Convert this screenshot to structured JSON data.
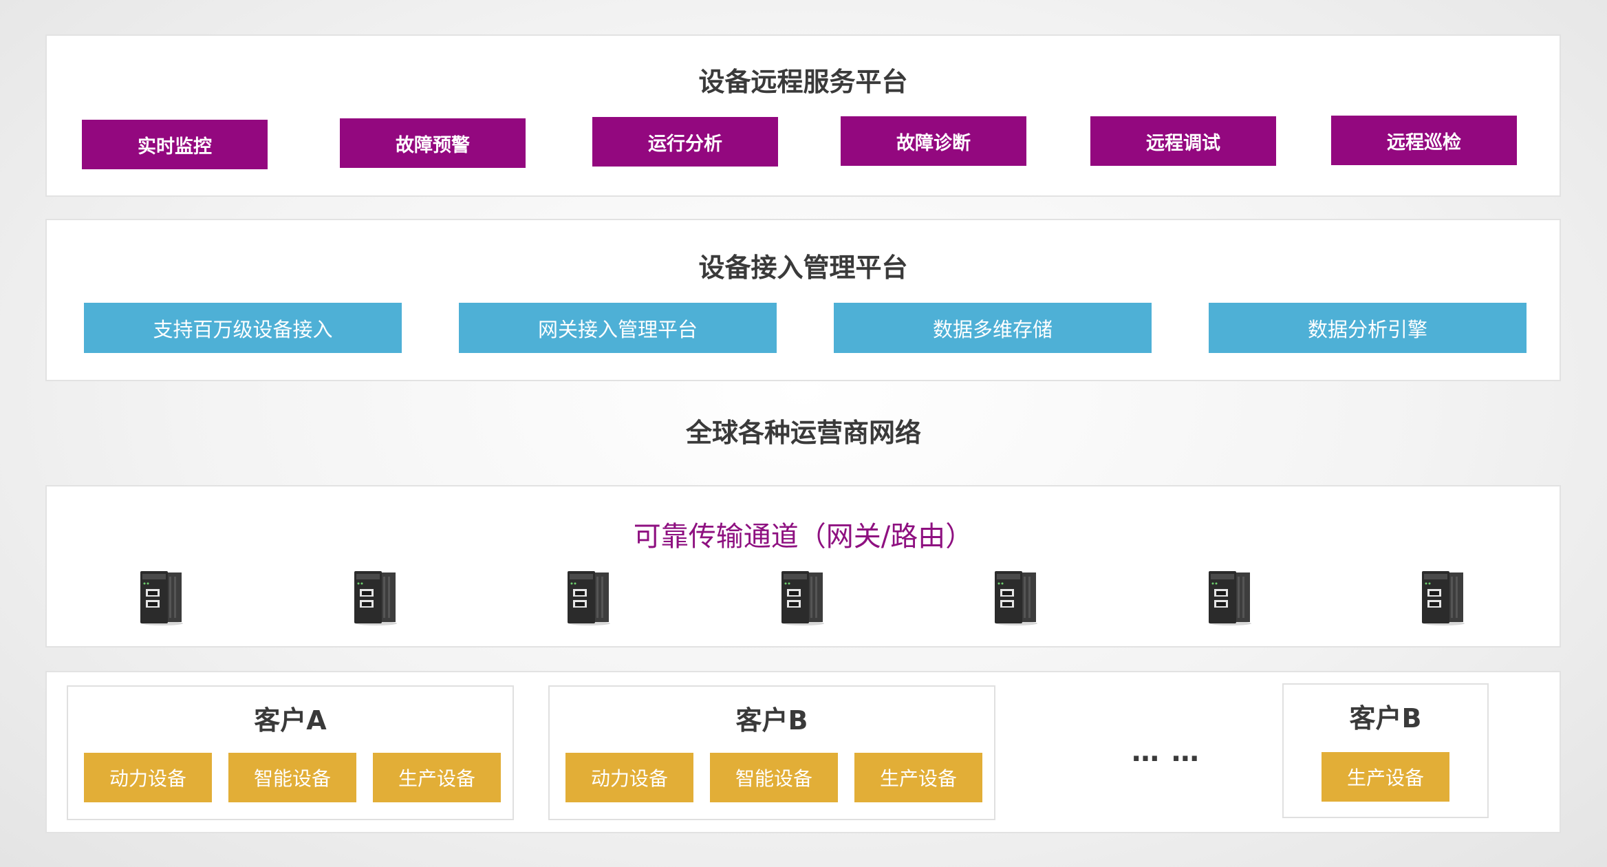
{
  "service_platform": {
    "title": "设备远程服务平台",
    "buttons": [
      "实时监控",
      "故障预警",
      "运行分析",
      "故障诊断",
      "远程调试",
      "远程巡检"
    ]
  },
  "access_platform": {
    "title": "设备接入管理平台",
    "buttons": [
      "支持百万级设备接入",
      "网关接入管理平台",
      "数据多维存储",
      "数据分析引擎"
    ]
  },
  "network_title": "全球各种运营商网络",
  "channel": {
    "title": "可靠传输通道（网关/路由）",
    "gateway_count": 7,
    "gateway_icon": "gateway-device-icon"
  },
  "customers": [
    {
      "name": "客户A",
      "devices": [
        "动力设备",
        "智能设备",
        "生产设备"
      ]
    },
    {
      "name": "客户B",
      "devices": [
        "动力设备",
        "智能设备",
        "生产设备"
      ]
    },
    {
      "name": "客户B",
      "devices": [
        "生产设备"
      ]
    }
  ],
  "ellipsis": "…  …",
  "colors": {
    "purple": "#93087f",
    "blue": "#4eb0d6",
    "gold": "#e2ae37",
    "channel_title": "#8e1080"
  }
}
